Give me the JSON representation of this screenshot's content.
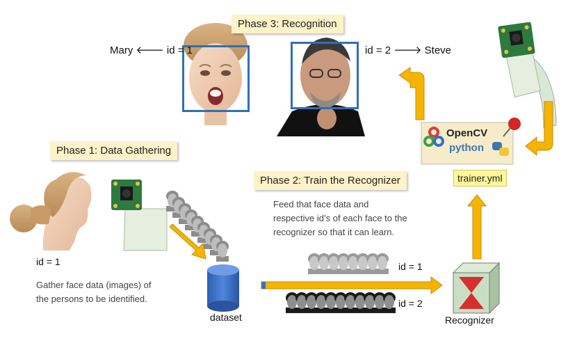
{
  "phases": {
    "phase3": "Phase 3: Recognition",
    "phase1": "Phase 1: Data Gathering",
    "phase2": "Phase 2: Train the Recognizer"
  },
  "recognition": {
    "left_label": "Mary 🡐 id = 1",
    "right_label": "id = 2 🡒 Steve"
  },
  "gathering": {
    "id_label": "id = 1",
    "note_lines": [
      "Gather face data (images) of",
      "the persons to be identified."
    ],
    "dataset_label": "dataset"
  },
  "training": {
    "note_lines": [
      "Feed that face data and",
      "respective id’s of each face to the",
      "recognizer so that it can learn."
    ],
    "row1_label": "id = 1",
    "row2_label": "id = 2",
    "recognizer_label": "Recognizer",
    "trainer_file": "trainer.yml"
  },
  "logo": {
    "line1": "OpenCV",
    "line2": "python"
  },
  "colors": {
    "arrow": "#f4b400",
    "phase_bg": "#fdf2c8",
    "face_box": "#2f6fb5",
    "dataset": "#3b6fc4",
    "recognizer": "#c9dfc3",
    "hourglass": "#d72f2f"
  }
}
